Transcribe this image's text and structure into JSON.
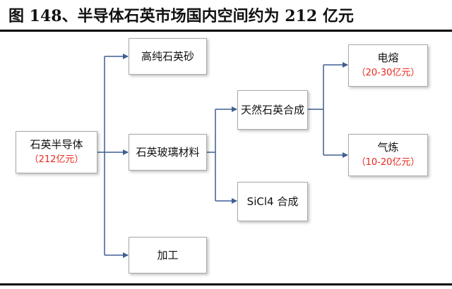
{
  "title": "图 148、半导体石英市场国内空间约为 212 亿元",
  "nodes": {
    "root": {
      "label": "石英半导体",
      "value": "（212亿元）"
    },
    "sand": {
      "label": "高纯石英砂"
    },
    "glass": {
      "label": "石英玻璃材料"
    },
    "process": {
      "label": "加工"
    },
    "synth": {
      "label": "天然石英合成"
    },
    "sicl4": {
      "label": "SiCl4 合成"
    },
    "electric": {
      "label": "电熔",
      "value": "（20-30亿元）"
    },
    "gas": {
      "label": "气炼",
      "value": "（10-20亿元）"
    }
  },
  "colors": {
    "connector": "#3f5f93",
    "value_text": "#e8281e"
  }
}
